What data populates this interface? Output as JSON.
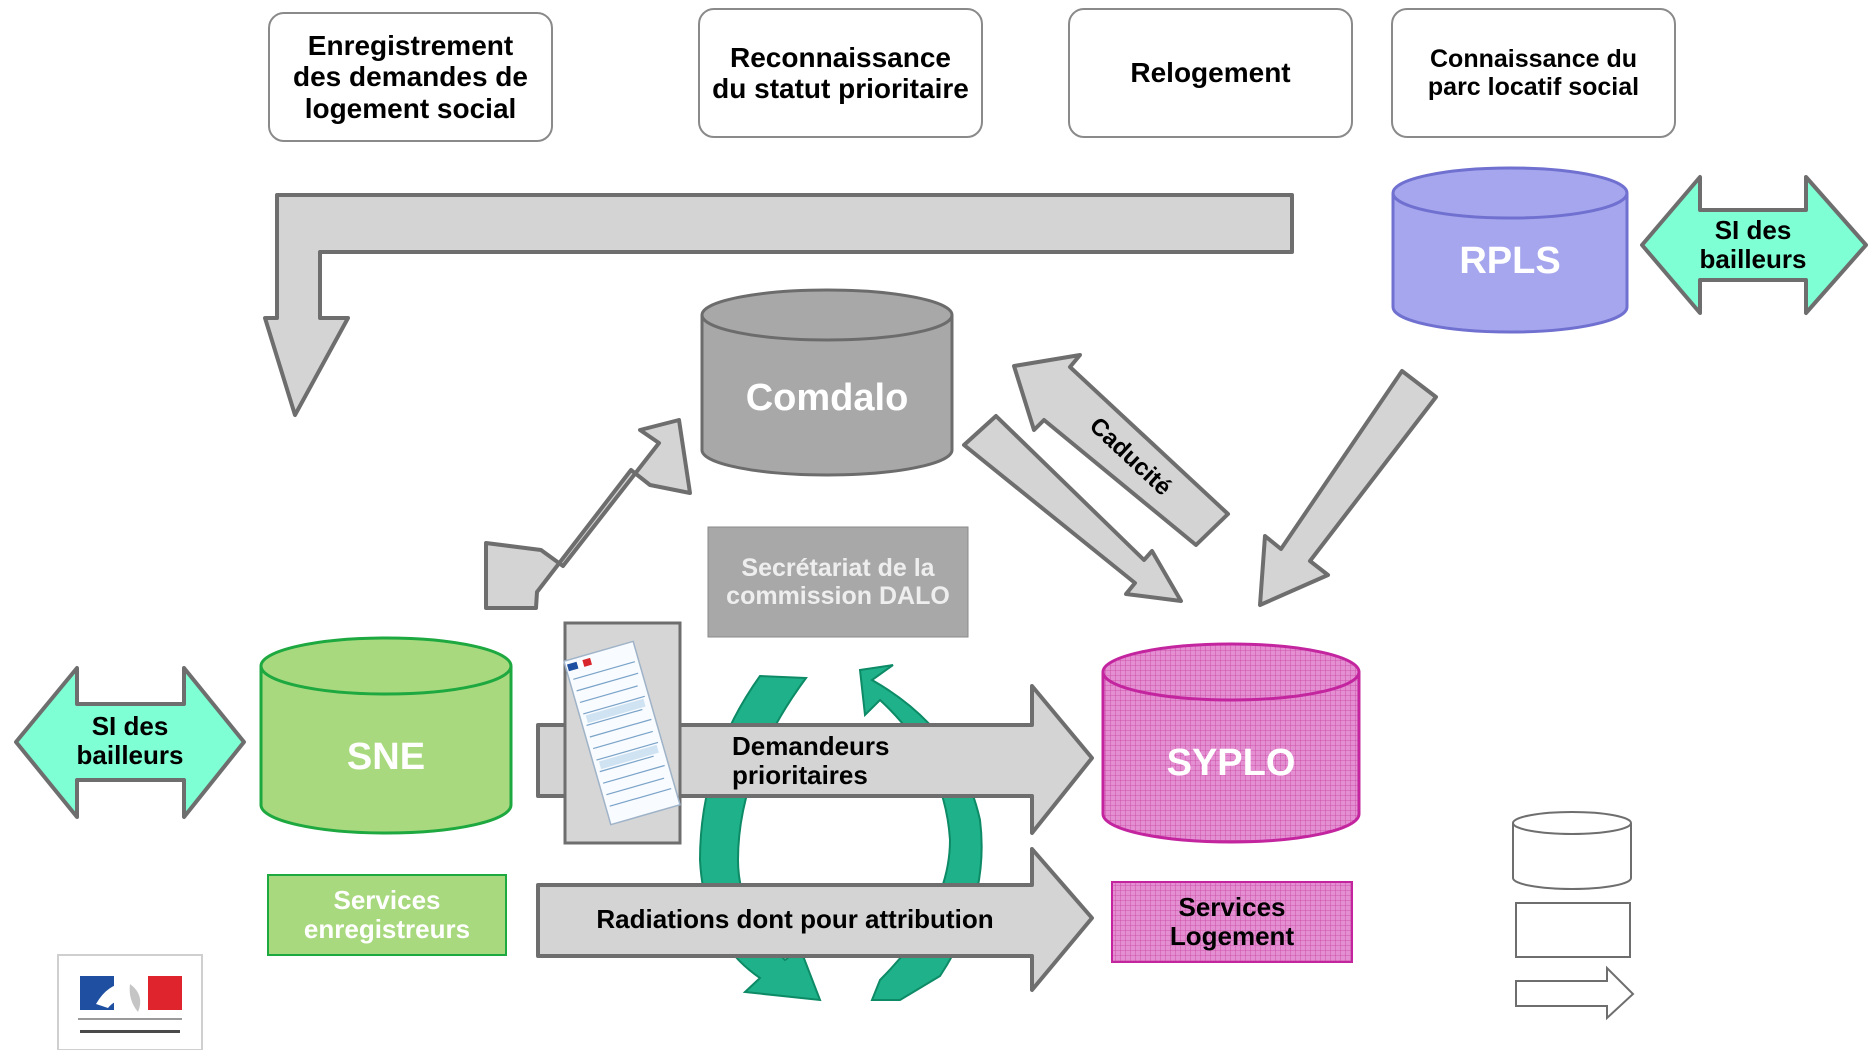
{
  "top_boxes": [
    "Enregistrement des demandes de logement social",
    "Reconnaissance du statut prioritaire",
    "Relogement",
    "Connaissance du parc locatif social"
  ],
  "databases": {
    "comdalo": "Comdalo",
    "rpls": "RPLS",
    "sne": "SNE",
    "syplo": "SYPLO"
  },
  "service_boxes": {
    "secretariat": "Secrétariat de la commission DALO",
    "enregistreurs": "Services enregistreurs",
    "logement": "Services Logement"
  },
  "arrow_labels": {
    "si_bailleurs_right": "SI des bailleurs",
    "si_bailleurs_left": "SI des bailleurs",
    "caducite": "Caducité",
    "demandeurs_prioritaires": "Demandeurs prioritaires",
    "radiations": "Radiations dont pour attribution"
  },
  "colors": {
    "gray_db": "#a8a8a8",
    "rpls": "#a6a6ee",
    "sne": "#a9d97e",
    "syplo": "#e488cf",
    "teal": "#1fb28a",
    "light_teal": "#7fffd4",
    "arrow_gray": "#d4d4d4"
  }
}
